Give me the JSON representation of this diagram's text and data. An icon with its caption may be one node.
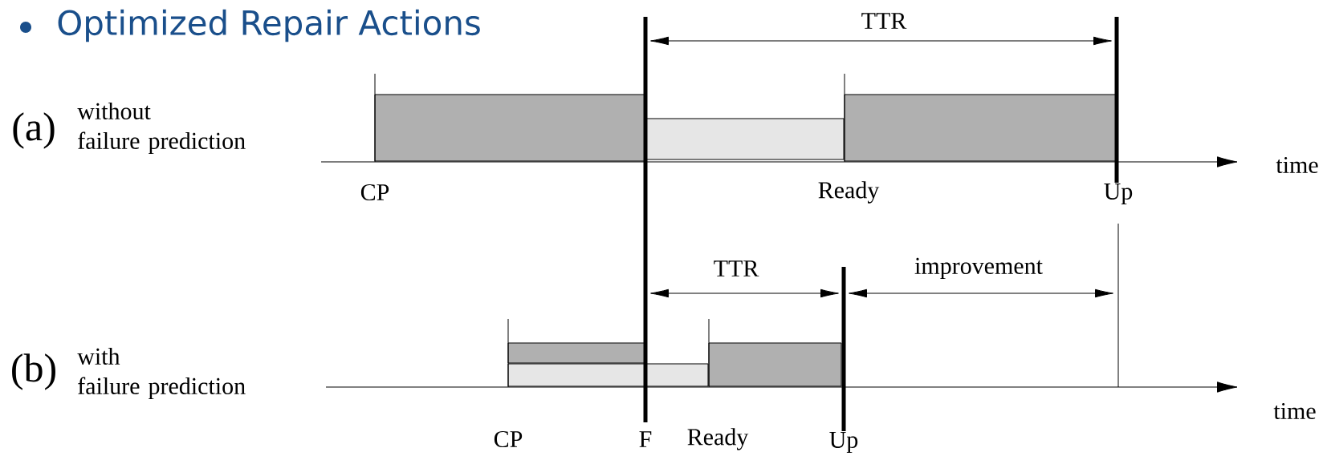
{
  "diagram": {
    "title": "Optimized Repair Actions",
    "nodes": [
      {
        "text": [],
        "shape": "bar"
      },
      {
        "text": [],
        "shape": "bar"
      },
      {
        "text": [],
        "shape": "bar"
      },
      {
        "text": [],
        "shape": "bar"
      },
      {
        "text": [],
        "shape": "bar"
      },
      {
        "text": [],
        "shape": "bar"
      }
    ],
    "labels": [
      "TTR",
      "(a)",
      "without failure prediction",
      "time",
      "CP",
      "Ready",
      "Up",
      "TTR",
      "improvement",
      "(b)",
      "with failure prediction",
      "time",
      "CP",
      "F",
      "Ready",
      "Up"
    ]
  }
}
